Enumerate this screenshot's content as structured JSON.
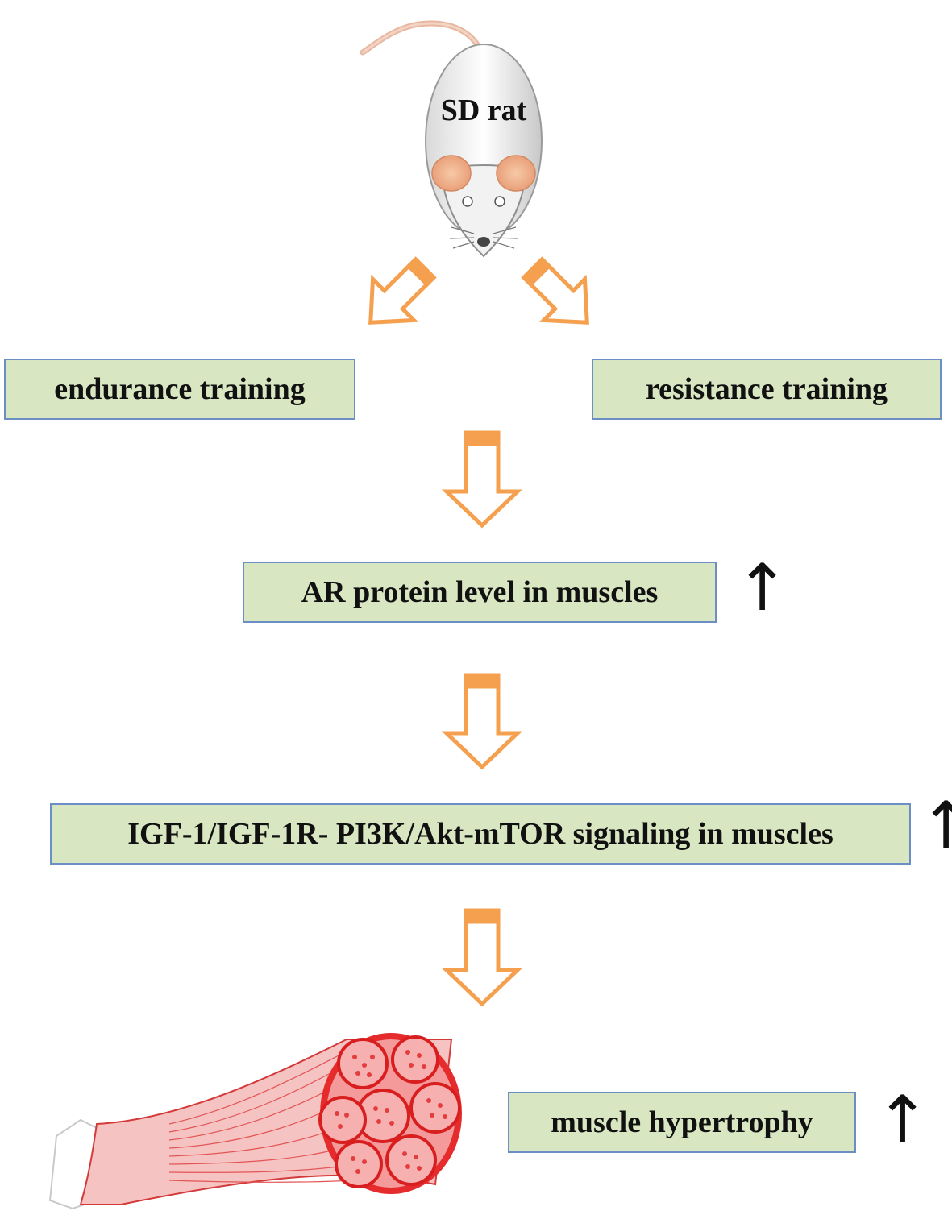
{
  "subject": {
    "label": "SD rat"
  },
  "training": {
    "endurance": "endurance training",
    "resistance": "resistance training"
  },
  "steps": {
    "ar_level": "AR protein level in muscles",
    "signaling": "IGF-1/IGF-1R- PI3K/Akt-mTOR signaling in muscles",
    "outcome": "muscle hypertrophy"
  },
  "indicators": {
    "up_symbol": "↑"
  },
  "colors": {
    "box_fill": "#d8e6c1",
    "box_border": "#6b8fc4",
    "arrow_orange": "#f4a04f",
    "muscle_red": "#e02a2a"
  },
  "icons": [
    "rat-icon",
    "muscle-icon",
    "down-arrow-icon",
    "up-arrow-icon"
  ]
}
